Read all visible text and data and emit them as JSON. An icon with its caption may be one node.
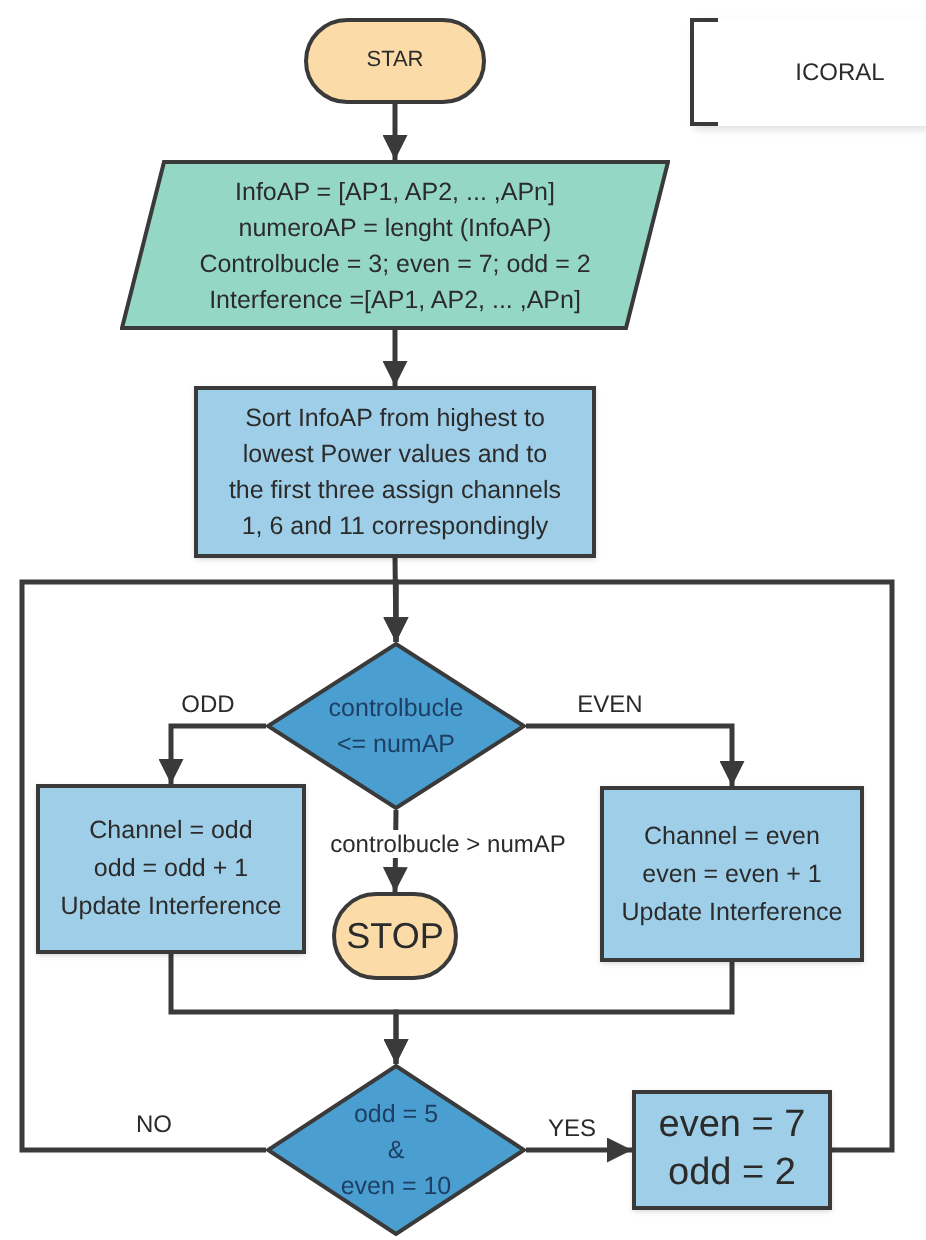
{
  "diagram": {
    "nodes": [
      {
        "text": [
          "STAR"
        ]
      },
      {
        "text": [
          "InfoAP = [AP1, AP2, ... ,APn]",
          "numeroAP = lenght (InfoAP)",
          "Controlbucle = 3; even = 7;  odd = 2",
          "Interference =[AP1, AP2, ... ,APn]"
        ]
      },
      {
        "text": [
          "Sort InfoAP from highest to lowest Power values and to the first three assign channels 1, 6 and 11 correspondingly"
        ]
      },
      {
        "text": [
          "controlbucle <= numAP"
        ]
      },
      {
        "text": [
          "Channel = odd",
          "odd = odd + 1",
          "Update Interference"
        ]
      },
      {
        "text": [
          "STOP"
        ]
      },
      {
        "text": [
          "Channel = even",
          "even = even + 1",
          "Update Interference"
        ]
      },
      {
        "text": [
          "odd = 5",
          "&",
          "even = 10"
        ]
      },
      {
        "text": [
          "even = 7",
          "odd = 2"
        ]
      },
      {
        "text": [
          "ICORAL"
        ]
      }
    ],
    "edges": [
      {
        "from": 0,
        "to": 1,
        "arrow": "to"
      },
      {
        "from": 1,
        "to": 2,
        "arrow": "to"
      },
      {
        "from": 2,
        "to": 3,
        "arrow": "to"
      },
      {
        "from": 3,
        "to": 4,
        "arrow": "to",
        "label": "ODD"
      },
      {
        "from": 3,
        "to": 6,
        "arrow": "to",
        "label": "EVEN"
      },
      {
        "from": 3,
        "to": 5,
        "arrow": "to",
        "label": "controlbucle > numAP"
      },
      {
        "from": 4,
        "to": 7,
        "arrow": "to"
      },
      {
        "from": 6,
        "to": 7,
        "arrow": "to"
      },
      {
        "from": 7,
        "to": 3,
        "arrow": "to",
        "label": "NO"
      },
      {
        "from": 7,
        "to": 8,
        "arrow": "to",
        "label": "YES"
      },
      {
        "from": 8,
        "to": 3,
        "arrow": "to"
      }
    ]
  }
}
